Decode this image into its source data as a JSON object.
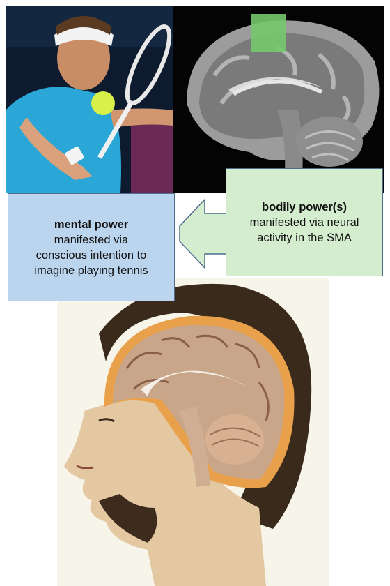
{
  "mental_box": {
    "title": "mental power",
    "lines": [
      "manifested via",
      "conscious intention to",
      "imagine playing tennis"
    ]
  },
  "bodily_box": {
    "title": "bodily power(s)",
    "lines": [
      "manifested via neural",
      "activity in the SMA"
    ]
  },
  "colors": {
    "mental_fill": "#bcd5ee",
    "bodily_fill": "#d4edcf",
    "border": "#4f6c8c",
    "sma_highlight": "#76c96c"
  },
  "images": {
    "tennis": "tennis-player-photo",
    "mri": "sagittal-brain-mri",
    "anatomy": "anatomical-head-dissection"
  }
}
